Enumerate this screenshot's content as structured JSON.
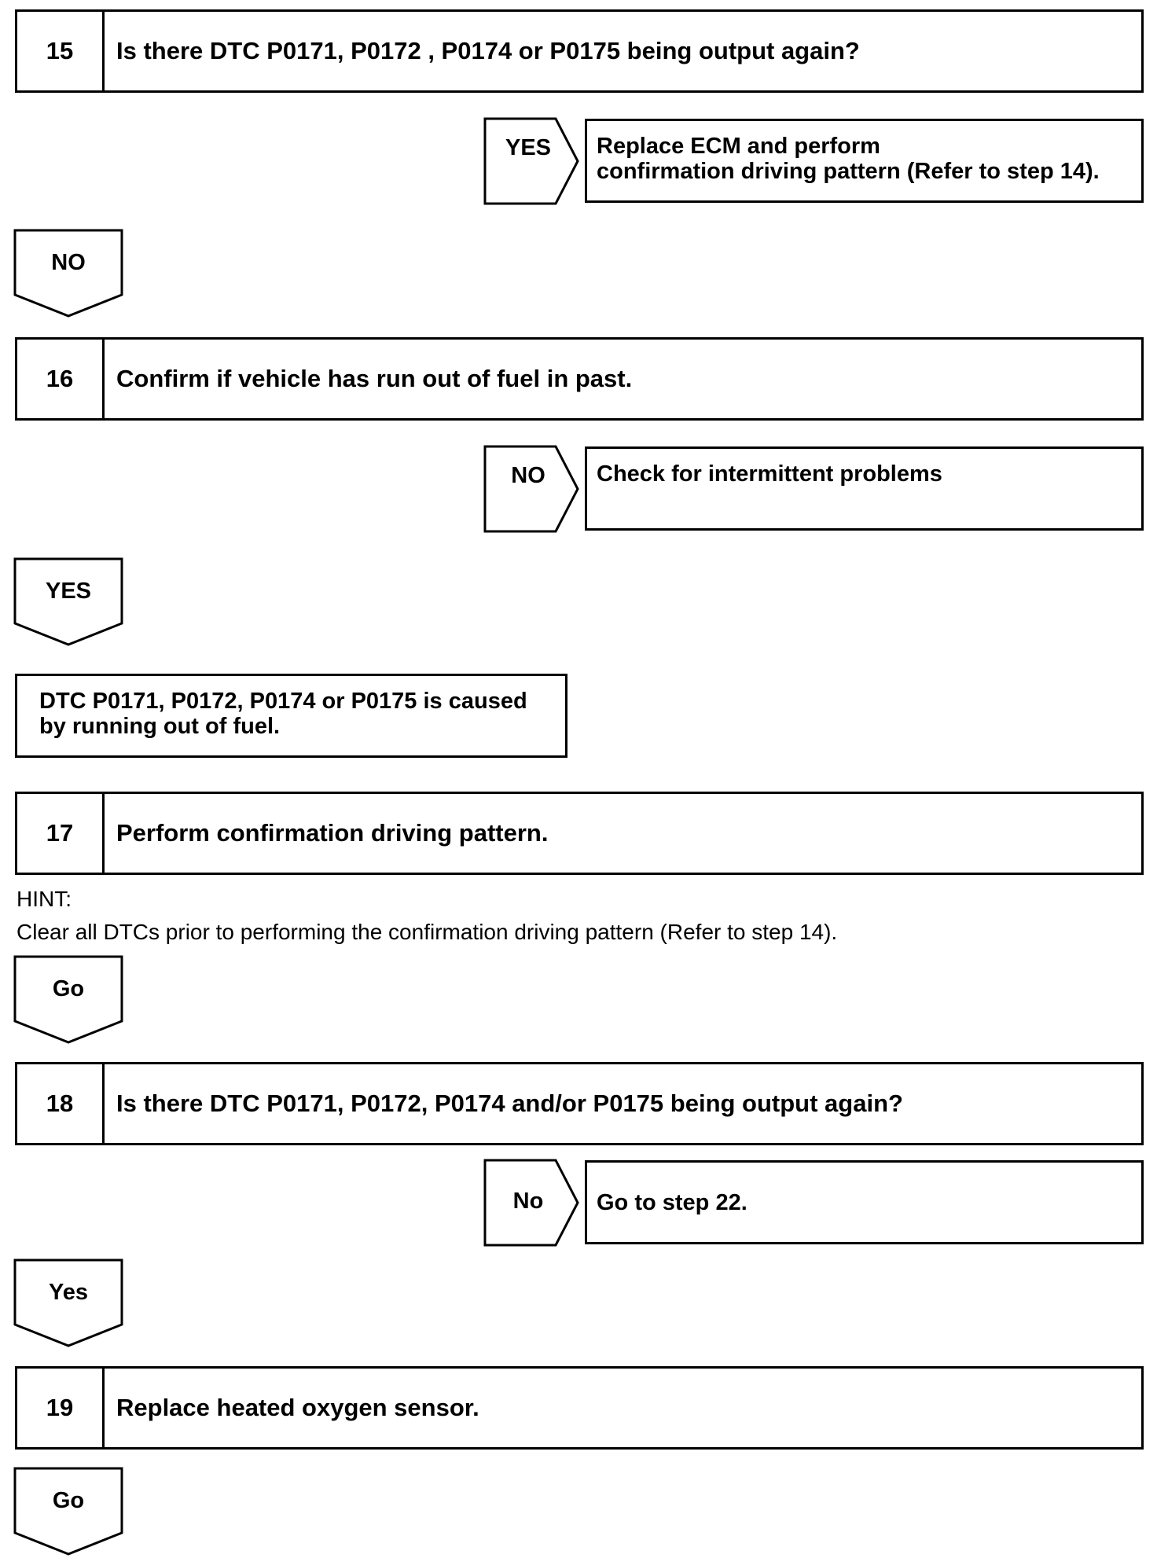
{
  "steps": [
    {
      "number": "15",
      "text": "Is there DTC P0171, P0172 , P0174 or P0175 being output again?"
    },
    {
      "number": "16",
      "text": "Confirm if vehicle has run out of fuel in past."
    },
    {
      "number": "17",
      "text": "Perform confirmation driving pattern."
    },
    {
      "number": "18",
      "text": "Is there DTC P0171, P0172, P0174 and/or P0175 being output again?"
    },
    {
      "number": "19",
      "text": "Replace heated oxygen sensor."
    }
  ],
  "branches": [
    {
      "arrow_label": "YES",
      "lines": [
        "Replace  ECM  and  perform",
        "confirmation driving pattern (Refer to step 14)."
      ]
    },
    {
      "arrow_label": "NO",
      "lines": [
        "Check for intermittent problems"
      ]
    },
    {
      "arrow_label": "No",
      "lines": [
        "Go to step 22."
      ]
    }
  ],
  "flow_labels": [
    "NO",
    "YES",
    "Go",
    "Yes",
    "Go"
  ],
  "result": {
    "lines": [
      "DTC P0171, P0172, P0174 or P0175 is caused",
      "by running out of fuel."
    ]
  },
  "hint": {
    "label": "HINT:",
    "text": "Clear all DTCs prior to performing the confirmation driving pattern (Refer to step 14)."
  }
}
